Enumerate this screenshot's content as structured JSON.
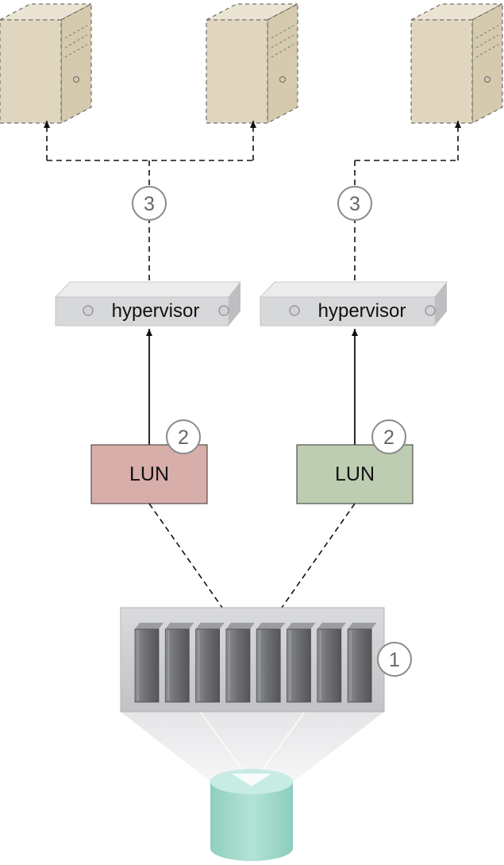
{
  "hypervisors": [
    {
      "label": "hypervisor"
    },
    {
      "label": "hypervisor"
    }
  ],
  "luns": [
    {
      "label": "LUN",
      "color": "#d8aeaa"
    },
    {
      "label": "LUN",
      "color": "#bccdb2"
    }
  ],
  "callouts": {
    "storage_array": "1",
    "lun_left": "2",
    "lun_right": "2",
    "path_left": "3",
    "path_right": "3"
  },
  "colors": {
    "server_tower": "#e0d6c0",
    "hypervisor_box": "#d7d8da",
    "array_chassis": "#cfd0d2",
    "disk_cylinder": "#a8dacd"
  }
}
